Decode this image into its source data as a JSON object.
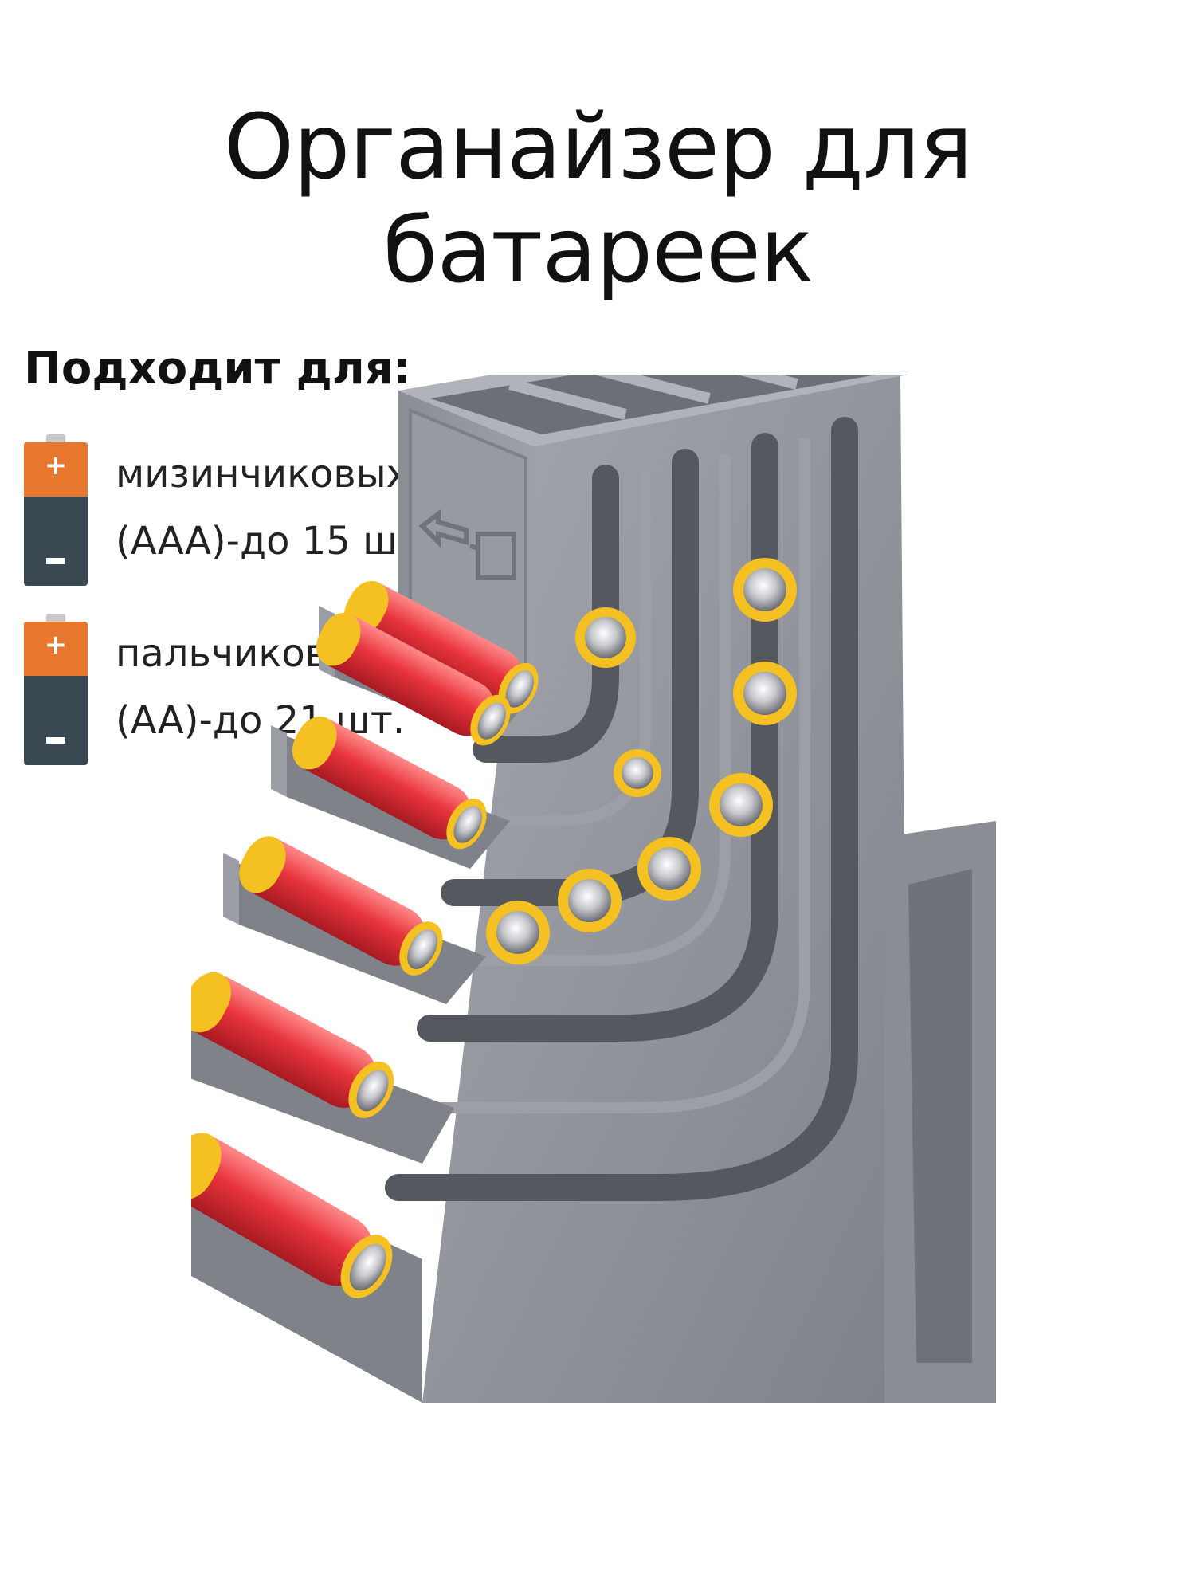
{
  "title": "Органайзер для батареек",
  "suits": {
    "heading": "Подходит для:",
    "items": [
      {
        "line1": "мизинчиковых",
        "line2": "(AAA)-до 15 шт.",
        "icon": "battery-icon"
      },
      {
        "line1": "пальчиковых",
        "line2": "(AA)-до 21 шт.",
        "icon": "battery-icon"
      }
    ]
  },
  "colors": {
    "battery_top": "#e8772e",
    "battery_bottom": "#3a4852",
    "organizer": "#8e9298",
    "battery_red": "#e8343c",
    "battery_yellow": "#f5c021"
  }
}
